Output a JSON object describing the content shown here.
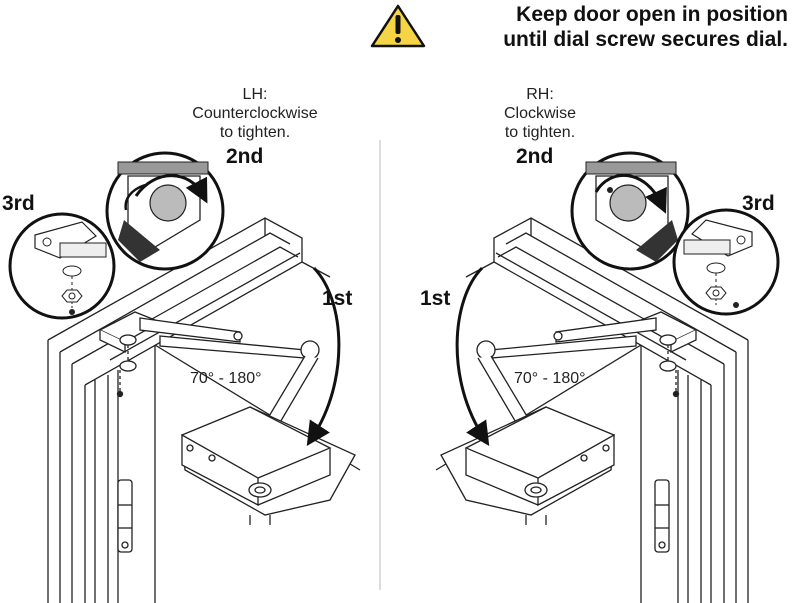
{
  "warning": {
    "icon": "warning-triangle-icon",
    "icon_color": "#F5D545",
    "line1": "Keep door open in position",
    "line2": "until dial screw secures dial."
  },
  "left": {
    "hand_label": "LH:",
    "direction_line1": "Counterclockwise",
    "direction_line2": "to tighten.",
    "step_first": "1st",
    "step_second": "2nd",
    "step_third": "3rd",
    "angle": "70° - 180°"
  },
  "right": {
    "hand_label": "RH:",
    "direction_line1": "Clockwise",
    "direction_line2": "to tighten.",
    "step_first": "1st",
    "step_second": "2nd",
    "step_third": "3rd",
    "angle": "70° - 180°"
  }
}
